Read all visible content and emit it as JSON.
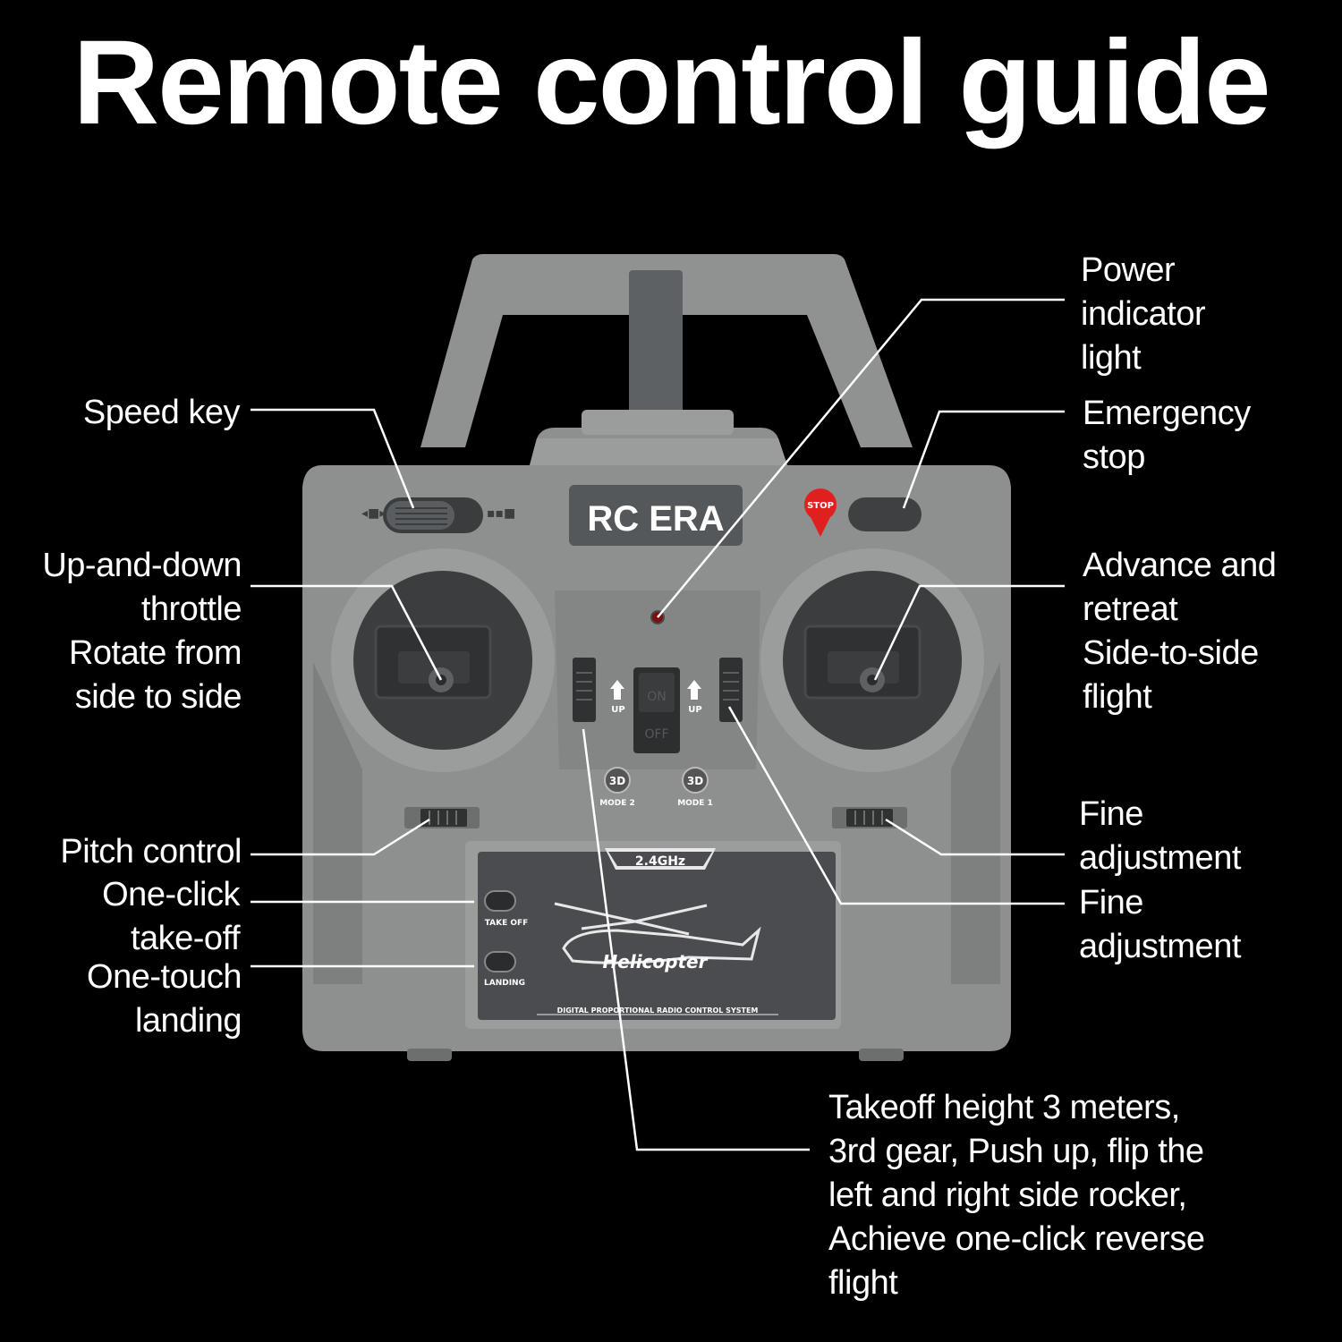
{
  "title": "Remote control guide",
  "device": {
    "brand": "RC ERA",
    "frequency": "2.4GHz",
    "model_text": "Helicopter",
    "system_text": "DIGITAL PROPORTIONAL RADIO CONTROL SYSTEM",
    "stop_badge": "STOP",
    "switch_on": "ON",
    "switch_off": "OFF",
    "up_left": "UP",
    "up_right": "UP",
    "badge_3d": "3D",
    "mode_left": "MODE 2",
    "mode_right": "MODE 1",
    "takeoff_text": "TAKE OFF",
    "landing_text": "LANDING"
  },
  "labels": {
    "speed_key": "Speed key",
    "throttle": [
      "Up-and-down",
      "throttle",
      "Rotate from",
      "side to side"
    ],
    "pitch": "Pitch control",
    "takeoff": [
      "One-click",
      "take-off"
    ],
    "landing": [
      "One-touch",
      "landing"
    ],
    "power": [
      "Power",
      "indicator",
      "light"
    ],
    "emergency": [
      "Emergency",
      "stop"
    ],
    "advance": [
      "Advance and",
      "retreat",
      "Side-to-side",
      "flight"
    ],
    "fine1": [
      "Fine",
      "adjustment"
    ],
    "fine2": [
      "Fine",
      "adjustment"
    ],
    "note": [
      "Takeoff height 3 meters,",
      "3rd gear, Push up, flip the",
      "left and right side rocker,",
      "Achieve one-click reverse",
      "flight"
    ]
  },
  "colors": {
    "background": "#000000",
    "body": "#8c8f8d",
    "panel": "#4a4c4f",
    "stop": "#e0201e",
    "led": "#7a1010"
  }
}
